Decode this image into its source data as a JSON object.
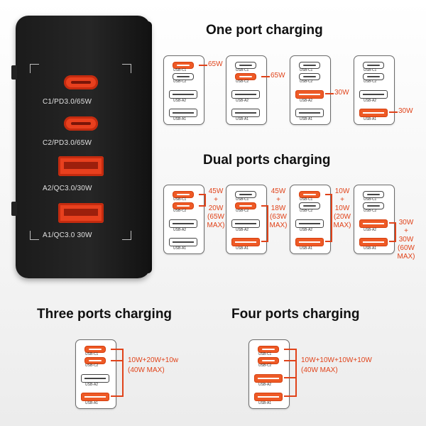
{
  "charger": {
    "ports": [
      {
        "label": "C1/PD3.0/65W"
      },
      {
        "label": "C2/PD3.0/65W"
      },
      {
        "label": "A2/QC3.0/30W"
      },
      {
        "label": "A1/QC3.0 30W"
      }
    ]
  },
  "port_names": {
    "c1": "USB-C1",
    "c2": "USB-C2",
    "a2": "USB-A2",
    "a1": "USB-A1"
  },
  "one_port": {
    "title": "One port charging",
    "scenarios": [
      {
        "active": [
          "c1"
        ],
        "label": "65W"
      },
      {
        "active": [
          "c2"
        ],
        "label": "65W"
      },
      {
        "active": [
          "a2"
        ],
        "label": "30W"
      },
      {
        "active": [
          "a1"
        ],
        "label": "30W"
      }
    ]
  },
  "dual_ports": {
    "title": "Dual ports charging",
    "scenarios": [
      {
        "active": [
          "c1",
          "c2"
        ],
        "lines": [
          "45W",
          "+",
          "20W",
          "(65W",
          "MAX)"
        ]
      },
      {
        "active": [
          "c2",
          "a1"
        ],
        "lines": [
          "45W",
          "+",
          "18W",
          "(63W",
          "MAX)"
        ]
      },
      {
        "active": [
          "c1",
          "a1"
        ],
        "lines": [
          "10W",
          "+",
          "10W",
          "(20W",
          "MAX)"
        ]
      },
      {
        "active": [
          "a2",
          "a1"
        ],
        "lines": [
          "30W",
          "+",
          "30W",
          "(60W",
          "MAX)"
        ]
      }
    ]
  },
  "three_ports": {
    "title": "Three ports charging",
    "active": [
      "c1",
      "c2",
      "a1"
    ],
    "lines": [
      "10W+20W+10w",
      "(40W MAX)"
    ]
  },
  "four_ports": {
    "title": "Four ports charging",
    "active": [
      "c1",
      "c2",
      "a2",
      "a1"
    ],
    "lines": [
      "10W+10W+10W+10W",
      "(40W MAX)"
    ]
  },
  "colors": {
    "accent": "#e8401e",
    "charger": "#1e1e1e"
  }
}
